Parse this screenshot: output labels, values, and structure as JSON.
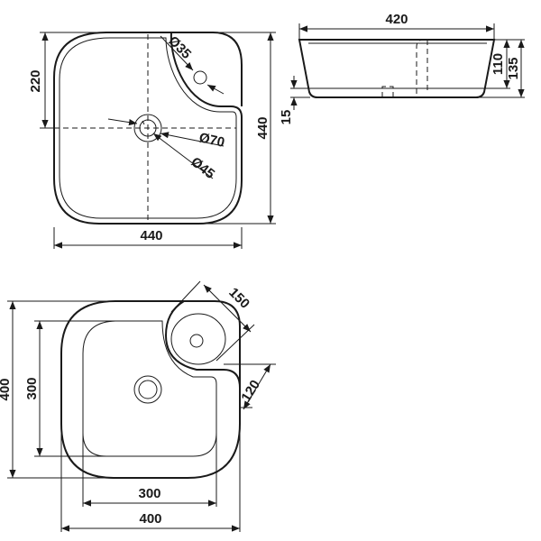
{
  "labels": {
    "top_width": "440",
    "top_height": "440",
    "top_offset": "220",
    "tap_hole": "Ø35",
    "drain_outer": "Ø70",
    "drain_inner": "Ø45",
    "side_width": "420",
    "side_inner_height": "110",
    "side_total_height": "135",
    "side_rim": "15",
    "bottom_outer_width": "400",
    "bottom_inner_width": "300",
    "bottom_outer_height": "400",
    "bottom_inner_height": "300",
    "deck_length": "150",
    "deck_width": "120"
  }
}
